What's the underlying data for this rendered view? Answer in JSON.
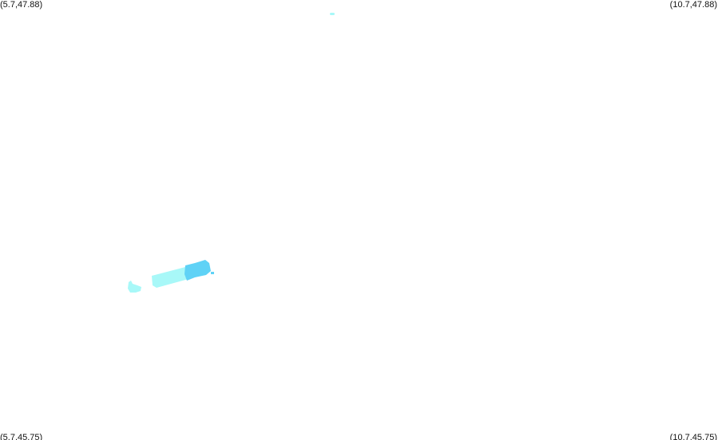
{
  "map": {
    "corners": {
      "top_left": "(5.7,47.88)",
      "top_right": "(10.7,47.88)",
      "bottom_left": "(5.7,45.75)",
      "bottom_right": "(10.7,45.75)"
    },
    "colors": {
      "background": "#ffffff",
      "light_cyan": "#a8f8f8",
      "medium_cyan": "#5fd2f6"
    }
  }
}
